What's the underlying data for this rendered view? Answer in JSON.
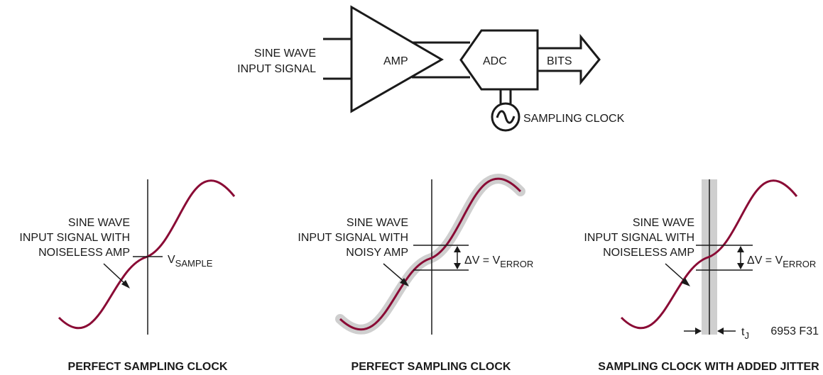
{
  "block_diagram": {
    "input_label_line1": "SINE WAVE",
    "input_label_line2": "INPUT SIGNAL",
    "amp_label": "AMP",
    "adc_label": "ADC",
    "bits_label": "BITS",
    "clock_label": "SAMPLING CLOCK"
  },
  "panels": [
    {
      "label_line1": "SINE WAVE",
      "label_line2": "INPUT SIGNAL WITH",
      "label_line3": "NOISELESS AMP",
      "sample_label": "V",
      "sample_sub": "SAMPLE",
      "caption": "PERFECT SAMPLING CLOCK"
    },
    {
      "label_line1": "SINE WAVE",
      "label_line2": "INPUT SIGNAL WITH",
      "label_line3": "NOISY AMP",
      "error_label": "ΔV = V",
      "error_sub": "ERROR",
      "caption": "PERFECT SAMPLING CLOCK"
    },
    {
      "label_line1": "SINE WAVE",
      "label_line2": "INPUT SIGNAL WITH",
      "label_line3": "NOISELESS AMP",
      "error_label": "ΔV = V",
      "error_sub": "ERROR",
      "jitter_label": "t",
      "jitter_sub": "J",
      "caption": "SAMPLING CLOCK WITH ADDED JITTER"
    }
  ],
  "figure_id": "6953 F31",
  "colors": {
    "signal": "#8a0b35",
    "band": "#cfcfcf",
    "line": "#1a1a1a"
  }
}
